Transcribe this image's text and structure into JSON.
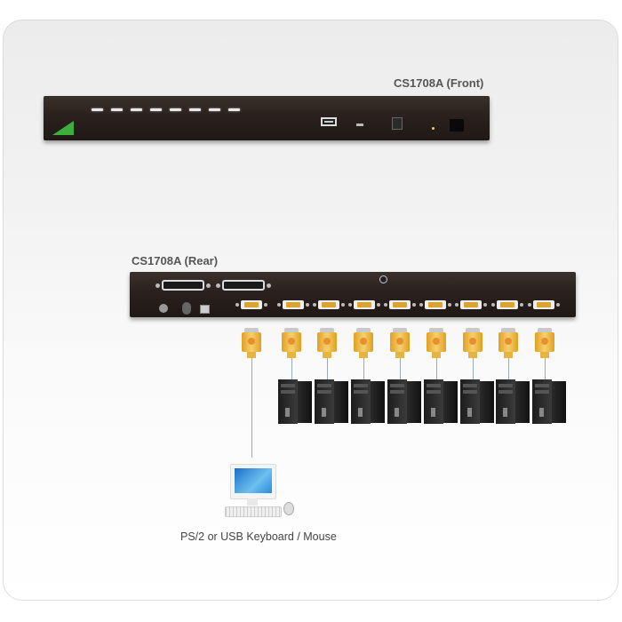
{
  "diagram": {
    "front_label": "CS1708A (Front)",
    "rear_label": "CS1708A (Rear)",
    "console_caption": "PS/2 or USB Keyboard / Mouse",
    "front_panel": {
      "port_leds": 8,
      "icons": [
        "aten-logo-icon",
        "usb-port-icon",
        "firmware-label-icon",
        "rj11-firmware-port-icon",
        "power-led-icon",
        "ir-window-icon"
      ]
    },
    "rear_panel": {
      "console_ports": [
        "db25-port-1",
        "db25-port-2"
      ],
      "console_vga_port": "vga-console-port",
      "kvm_ports": 8,
      "icons": [
        "ps2-port-icon",
        "power-switch-icon",
        "power-jack-icon",
        "ground-screw-icon"
      ]
    },
    "computers": 8,
    "colors": {
      "device_body": "#2a211e",
      "connector_gold": "#d9a530",
      "logo_green": "#3cae3c",
      "screen_blue": "#1c6fc7",
      "label_text": "#555555"
    }
  }
}
